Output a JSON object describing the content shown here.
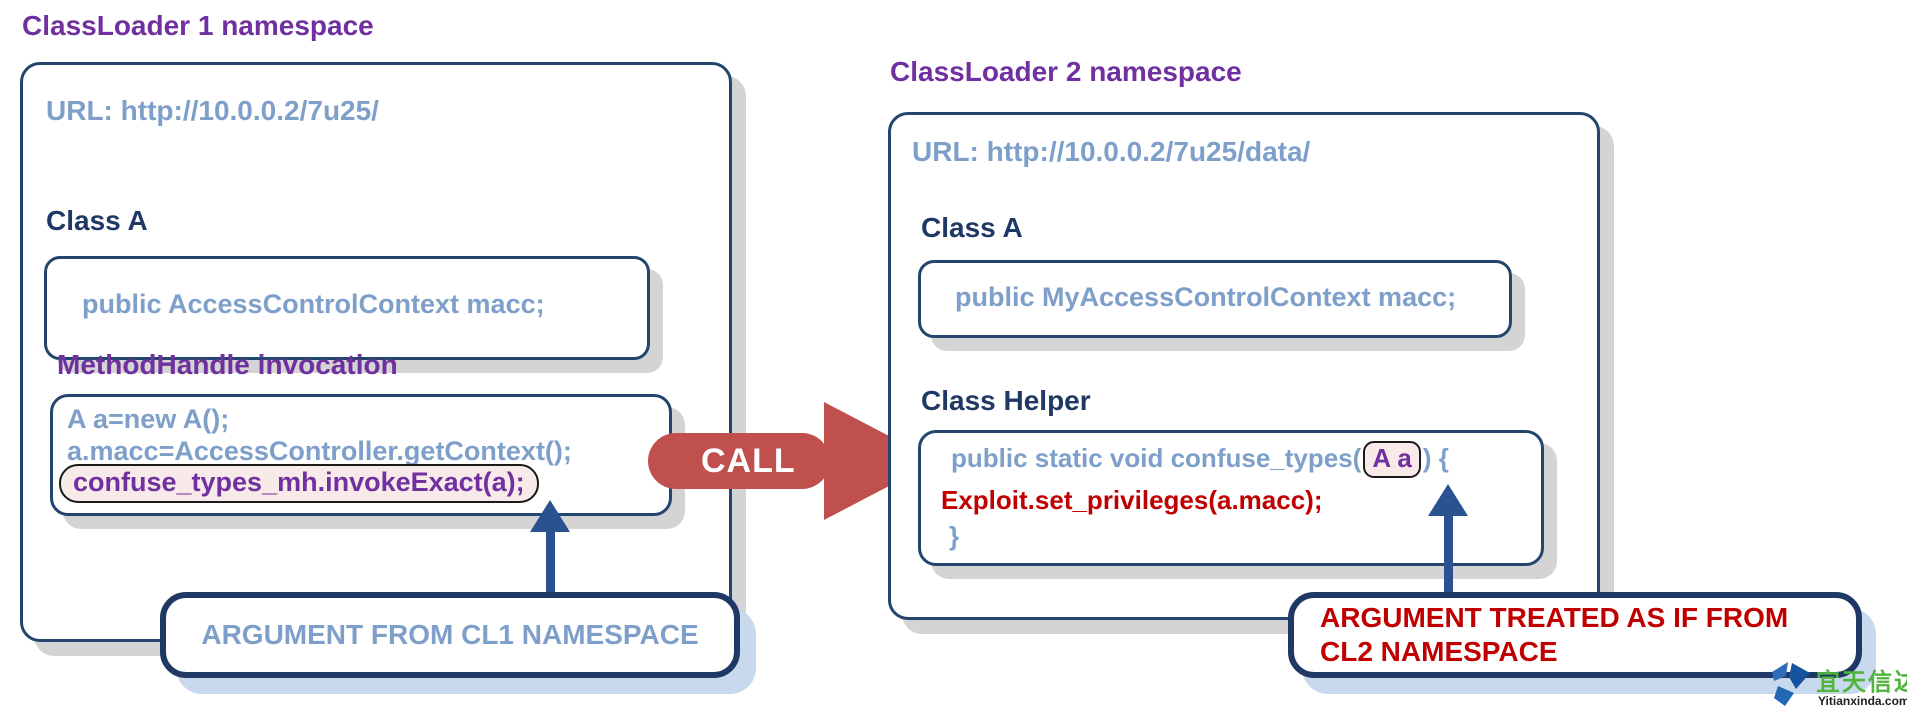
{
  "cl1": {
    "title": "ClassLoader 1 namespace",
    "url": "URL: http://10.0.0.2/7u25/",
    "class_a": {
      "label": "Class A",
      "code": "public AccessControlContext macc;"
    },
    "invocation": {
      "label": "MethodHandle invocation",
      "line1": "A a=new A();",
      "line2": "a.macc=AccessController.getContext();",
      "line3": "confuse_types_mh.invokeExact(a);"
    },
    "annotation": "ARGUMENT FROM CL1 NAMESPACE"
  },
  "call": {
    "label": "CALL"
  },
  "cl2": {
    "title": "ClassLoader 2 namespace",
    "url": "URL: http://10.0.0.2/7u25/data/",
    "class_a": {
      "label": "Class A",
      "code": "public MyAccessControlContext macc;"
    },
    "helper": {
      "label": "Class Helper",
      "line1_pre": "public static void confuse_types(",
      "line1_arg": "A a",
      "line1_post": ") {",
      "line2": "Exploit.set_privileges(a.macc);",
      "line3": "}"
    },
    "annotation_line1": "ARGUMENT TREATED AS IF FROM",
    "annotation_line2": "CL2 NAMESPACE"
  },
  "watermark": {
    "name_cn": "宜天信达",
    "site": "Yitianxinda.com"
  },
  "colors": {
    "title_purple": "#7030a0",
    "heading_navy": "#1f3864",
    "code_steel_blue": "#7e9fc9",
    "exploit_red": "#c00000",
    "call_arrow_red": "#c0504d",
    "pointer_arrow_navy": "#2a5291",
    "pill_highlight_bg": "#f9eaea",
    "box_shadow_gray": "#d4d4d4",
    "callout_shadow_blue": "#c9d9ed"
  }
}
